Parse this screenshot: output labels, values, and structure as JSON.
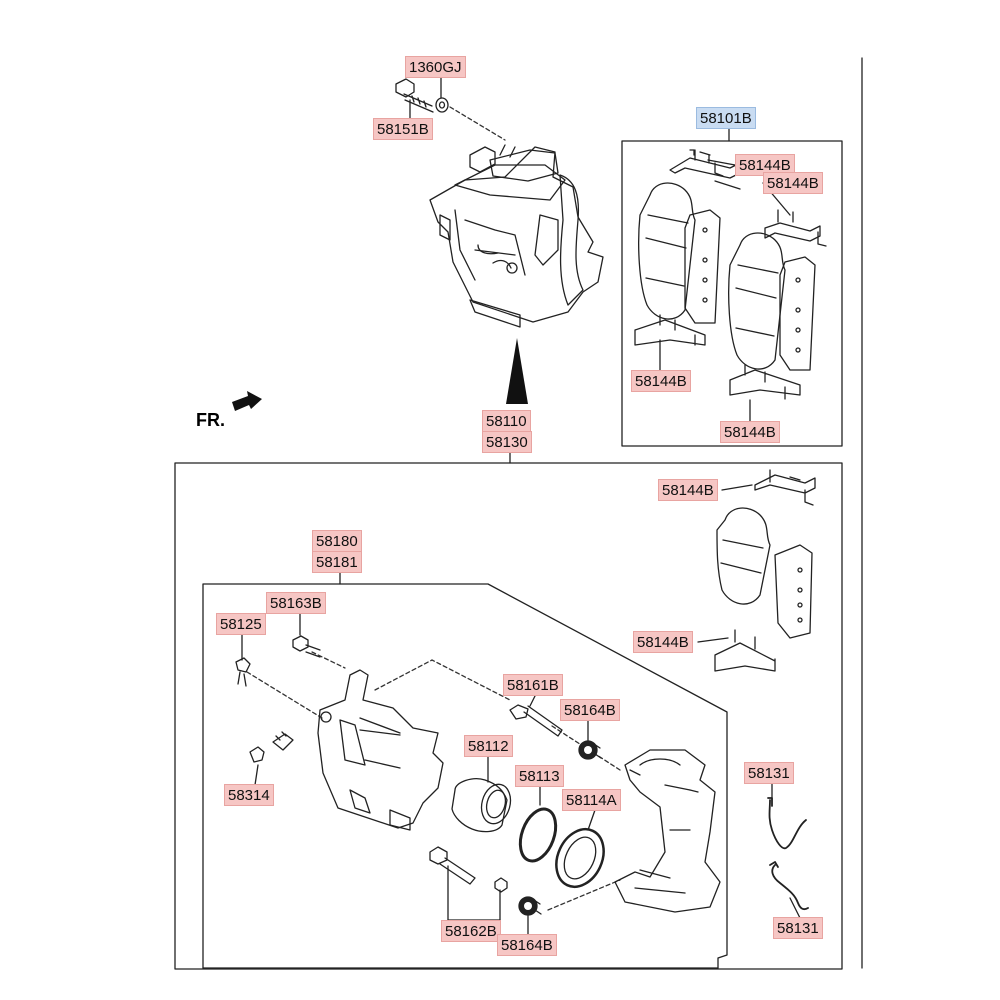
{
  "diagram": {
    "direction_label": "FR.",
    "parts": {
      "p1360gj": "1360GJ",
      "p58151b": "58151B",
      "p58101b": "58101B",
      "p58144b_a": "58144B",
      "p58144b_b": "58144B",
      "p58144b_c": "58144B",
      "p58144b_d": "58144B",
      "p58110": "58110",
      "p58130": "58130",
      "p58144b_e": "58144B",
      "p58144b_f": "58144B",
      "p58180": "58180",
      "p58181": "58181",
      "p58163b": "58163B",
      "p58125": "58125",
      "p58161b": "58161B",
      "p58164b_a": "58164B",
      "p58112": "58112",
      "p58113": "58113",
      "p58114a": "58114A",
      "p58314": "58314",
      "p58131_a": "58131",
      "p58131_b": "58131",
      "p58162b": "58162B",
      "p58164b_b": "58164B"
    },
    "colors": {
      "label_fill": "#f6c6c4",
      "highlight_fill": "#c9dcf2",
      "line": "#222222"
    }
  }
}
